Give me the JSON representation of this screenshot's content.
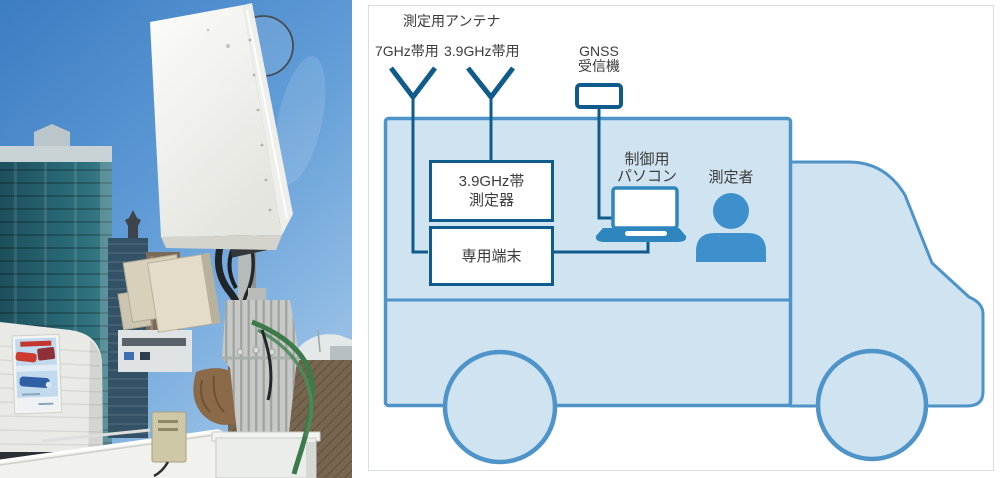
{
  "diagram": {
    "antenna_group_label": "測定用アンテナ",
    "antenna_7ghz_label": "7GHz帯用",
    "antenna_39ghz_label": "3.9GHz帯用",
    "gnss_label": {
      "line1": "GNSS",
      "line2": "受信機"
    },
    "analyzer_box": {
      "line1": "3.9GHz帯",
      "line2": "測定器"
    },
    "terminal_box_label": "専用端末",
    "pc_label": {
      "line1": "制御用",
      "line2": "パソコン"
    },
    "operator_label": "測定者"
  },
  "colors": {
    "diagram-navy": "#0f5c8c",
    "truck-outline": "#4f94c9",
    "truck-fill": "#cfe3f1",
    "device-blue": "#2f86bf",
    "person-blue": "#3d90cb",
    "label-text": "#3c3c3c",
    "panel-border": "#d9dde0"
  }
}
